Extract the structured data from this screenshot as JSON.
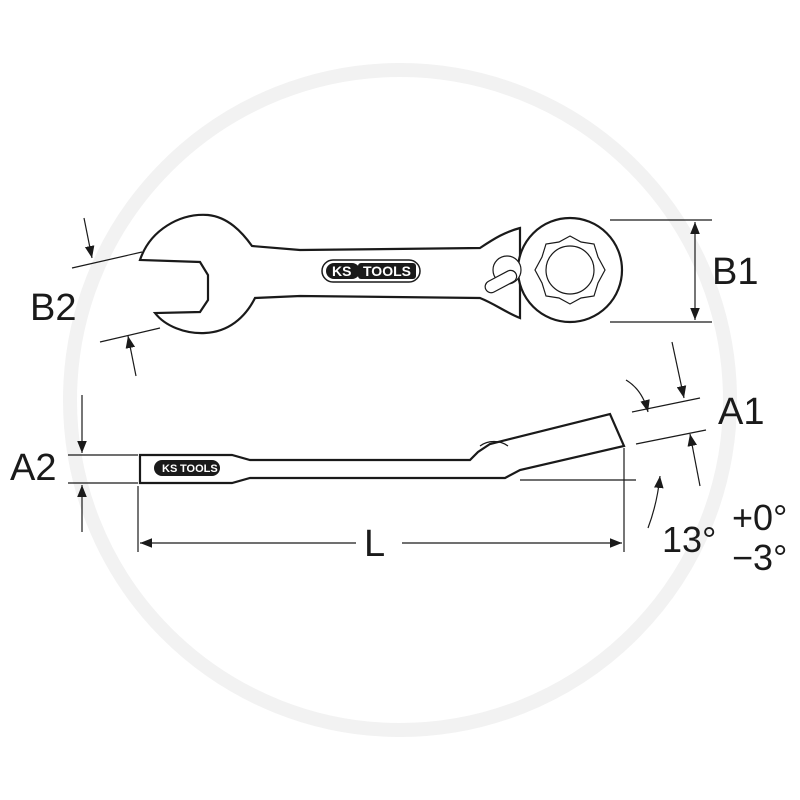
{
  "brand": {
    "ks": "KS",
    "tools": "TOOLS"
  },
  "dimensions": {
    "b1": "B1",
    "b2": "B2",
    "a1": "A1",
    "a2": "A2",
    "l": "L",
    "angle": "13°",
    "tol_plus": "+0°",
    "tol_minus": "−3°"
  },
  "colors": {
    "line": "#1a1a1a",
    "background": "#ffffff"
  }
}
